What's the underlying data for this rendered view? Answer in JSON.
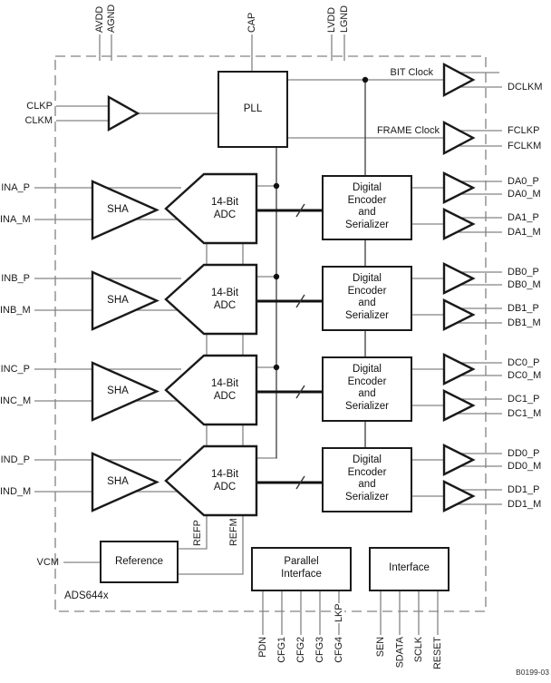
{
  "device": "ADS644x",
  "figure_id": "B0199-03",
  "pins": {
    "top": [
      "AVDD",
      "AGND",
      "CAP",
      "LVDD",
      "LGND"
    ],
    "left": {
      "clkp": "CLKP",
      "clkm": "CLKM",
      "vcm": "VCM",
      "rows": [
        [
          "INA_P",
          "INA_M"
        ],
        [
          "INB_P",
          "INB_M"
        ],
        [
          "INC_P",
          "INC_M"
        ],
        [
          "IND_P",
          "IND_M"
        ]
      ]
    },
    "right": {
      "dclkm": "DCLKM",
      "fclkp": "FCLKP",
      "fclkm": "FCLKM",
      "rows": [
        [
          "DA0_P",
          "DA0_M",
          "DA1_P",
          "DA1_M"
        ],
        [
          "DB0_P",
          "DB0_M",
          "DB1_P",
          "DB1_M"
        ],
        [
          "DC0_P",
          "DC0_M",
          "DC1_P",
          "DC1_M"
        ],
        [
          "DD0_P",
          "DD0_M",
          "DD1_P",
          "DD1_M"
        ]
      ]
    },
    "bottom": {
      "parallel": [
        "PDN",
        "CFG1",
        "CFG2",
        "CFG3",
        "CFG4"
      ],
      "cfg4_alt": "LKP",
      "serial": [
        "SEN",
        "SDATA",
        "SCLK",
        "RESET"
      ]
    }
  },
  "blocks": {
    "pll": "PLL",
    "sha": "SHA",
    "adc_line1": "14-Bit",
    "adc_line2": "ADC",
    "encoder_lines": [
      "Digital",
      "Encoder",
      "and",
      "Serializer"
    ],
    "reference": "Reference",
    "parallel_line1": "Parallel",
    "parallel_line2": "Interface",
    "interface": "Interface"
  },
  "nets": {
    "bit_clock": "BIT Clock",
    "frame_clock": "FRAME Clock",
    "refp": "REFP",
    "refm": "REFM"
  },
  "colors": {
    "signal_gray": "#848484",
    "clock_dark": "#3c3c3c",
    "outline_black": "#1a1a1a",
    "border_dash": "#999999"
  }
}
